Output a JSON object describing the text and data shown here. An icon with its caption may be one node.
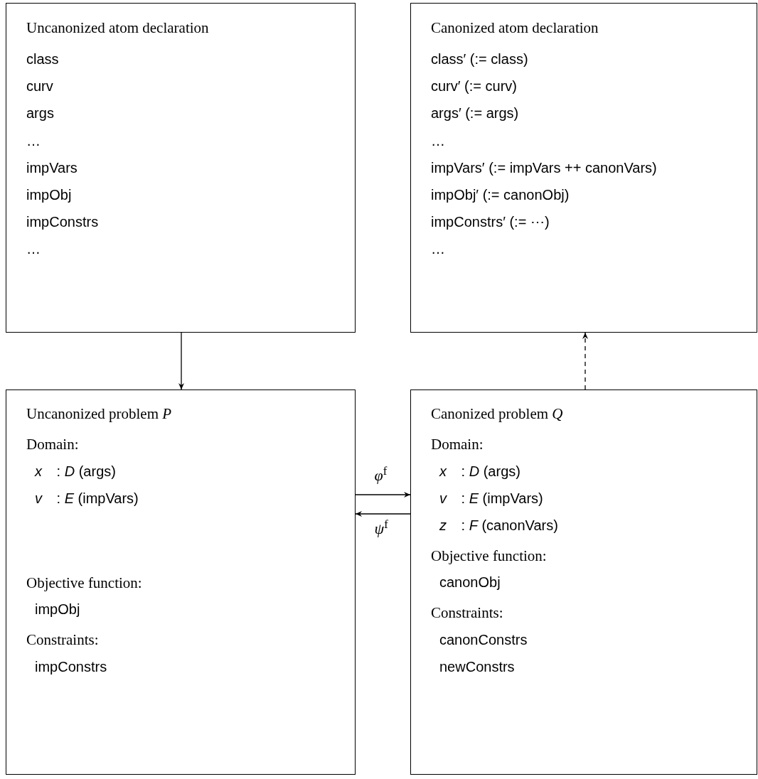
{
  "diagram": {
    "nodes": [
      {
        "text": [
          "Uncanonized atom declaration",
          "class",
          "curv",
          "args",
          "…",
          "impVars",
          "impObj",
          "impConstrs",
          "…"
        ]
      },
      {
        "text": [
          "Canonized atom declaration",
          "class′ (:= class)",
          "curv′ (:= curv)",
          "args′ (:= args)",
          "…",
          "impVars′ (:= impVars ++ canonVars)",
          "impObj′ (:= canonObj)",
          "impConstrs′ (:= ⋯)",
          "…"
        ]
      },
      {
        "text": [
          "Uncanonized problem *P*",
          "Domain:",
          "*x⃗* : *D* (args)",
          "*v⃗* : *E* (impVars)",
          "Objective function:",
          "impObj",
          "Constraints:",
          "impConstrs"
        ]
      },
      {
        "text": [
          "Canonized problem *Q*",
          "Domain:",
          "*x⃗* : *D* (args)",
          "*v⃗* : *E* (impVars)",
          "*z⃗* : *F* (canonVars)",
          "Objective function:",
          "canonObj",
          "Constraints:",
          "canonConstrs",
          "newConstrs"
        ]
      }
    ],
    "edges": [
      {
        "from": 0,
        "to": 2,
        "arrow": "to"
      },
      {
        "from": 3,
        "to": 1,
        "arrow": "to",
        "style": "dashed"
      },
      {
        "from": 2,
        "to": 3,
        "arrow": "to",
        "label": "*φ*$^{f}$"
      },
      {
        "from": 3,
        "to": 2,
        "arrow": "to",
        "label": "*ψ*$^{f}$"
      }
    ]
  }
}
